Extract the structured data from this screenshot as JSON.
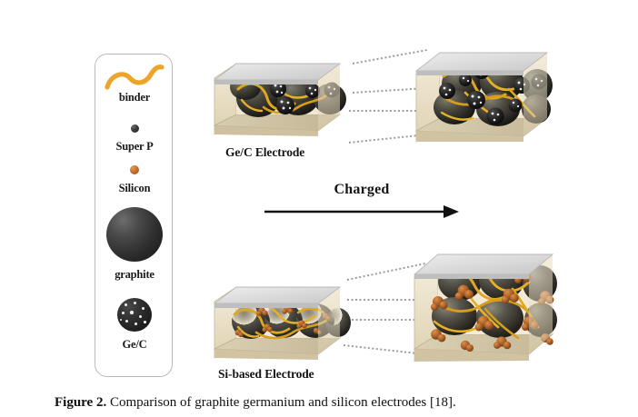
{
  "figure": {
    "caption_prefix": "Figure 2.",
    "caption_text": " Comparison of graphite germanium and silicon electrodes [18]."
  },
  "legend": {
    "items": [
      {
        "label": "binder",
        "glyph": "binder-squiggle-icon",
        "color": "#eda42a"
      },
      {
        "label": "Super P",
        "glyph": "super-p-particle-icon",
        "color": "#333333"
      },
      {
        "label": "Silicon",
        "glyph": "silicon-particle-icon",
        "color": "#c2702c"
      },
      {
        "label": "graphite",
        "glyph": "graphite-sphere-icon",
        "color": "#2e2e2e"
      },
      {
        "label": "Ge/C",
        "glyph": "ge-c-cluster-icon",
        "color": "#1a1a1a"
      }
    ]
  },
  "diagram": {
    "arrow_label": "Charged",
    "electrodes": [
      {
        "id": "ge-c-uncharged",
        "label": "Ge/C Electrode",
        "state": "uncharged",
        "position": "top-left"
      },
      {
        "id": "ge-c-charged",
        "label": "",
        "state": "charged",
        "position": "top-right"
      },
      {
        "id": "si-uncharged",
        "label": "Si-based Electrode",
        "state": "uncharged",
        "position": "bottom-left"
      },
      {
        "id": "si-charged",
        "label": "",
        "state": "charged",
        "position": "bottom-right"
      }
    ]
  },
  "colors": {
    "binder_yellow": "#e8b424",
    "box_wall_cream": "#e7dcc0",
    "box_top_gray": "#d9d9d9",
    "box_floor_tan": "#cfc3a6",
    "graphite_dark": "#2e2e2e",
    "silicon_orange": "#c2702c",
    "connector_gray": "#9a9a9a"
  }
}
